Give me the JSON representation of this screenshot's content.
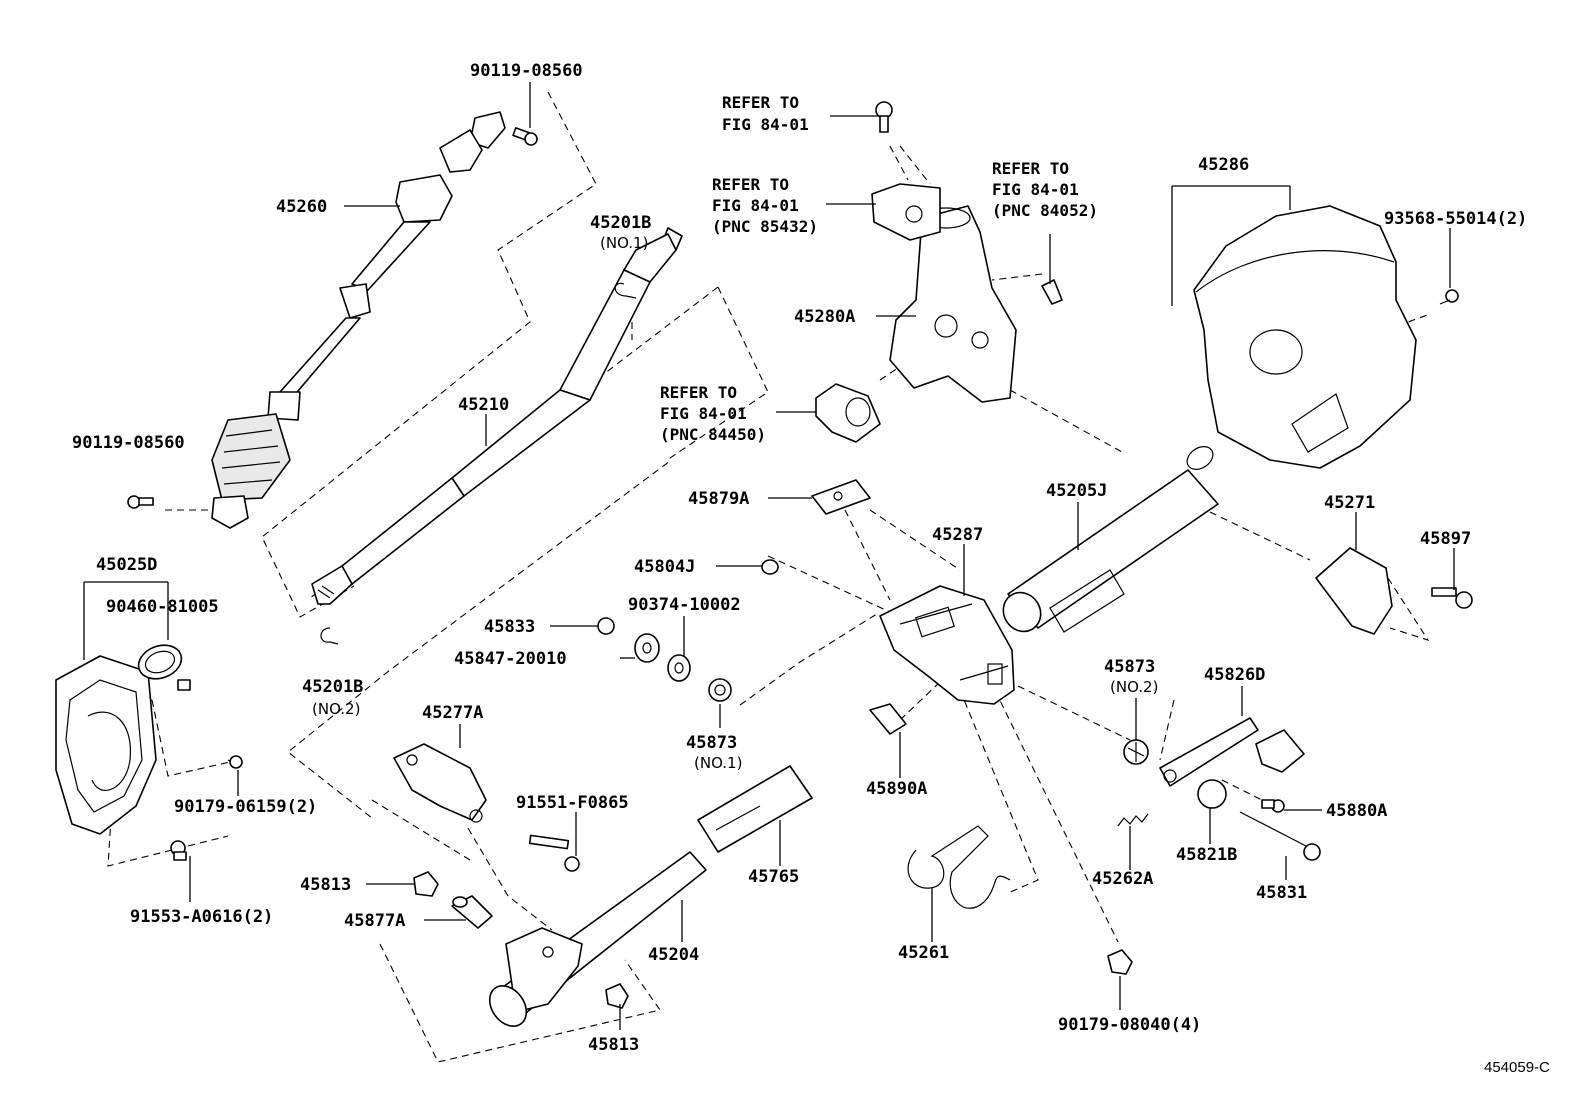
{
  "figure_id": "454059-C",
  "labels": {
    "p90119_08560_top": "90119-08560",
    "p45260": "45260",
    "p45201B_1": "45201B",
    "p45201B_1_note": "(NO.1)",
    "p45210": "45210",
    "p90119_08560_left": "90119-08560",
    "p45025D": "45025D",
    "p90460_81005": "90460-81005",
    "p45201B_2": "45201B",
    "p45201B_2_note": "(NO.2)",
    "p90179_06159": "90179-06159(2)",
    "p91553_A0616": "91553-A0616(2)",
    "p45277A": "45277A",
    "p91551_F0865": "91551-F0865",
    "p45813_a": "45813",
    "p45877A": "45877A",
    "p45813_b": "45813",
    "p45204": "45204",
    "p45765": "45765",
    "p45833": "45833",
    "p90374_10002": "90374-10002",
    "p45847_20010": "45847-20010",
    "p45873_1": "45873",
    "p45873_1_note": "(NO.1)",
    "p45804J": "45804J",
    "p45879A": "45879A",
    "p45287": "45287",
    "p45890A": "45890A",
    "p45261": "45261",
    "p90179_08040": "90179-08040(4)",
    "p45280A": "45280A",
    "p45205J": "45205J",
    "p45286": "45286",
    "p93568_55014": "93568-55014(2)",
    "p45271": "45271",
    "p45897": "45897",
    "p45873_2": "45873",
    "p45873_2_note": "(NO.2)",
    "p45826D": "45826D",
    "p45880A": "45880A",
    "p45821B": "45821B",
    "p45262A": "45262A",
    "p45831": "45831"
  },
  "references": {
    "ref1_line1": "REFER TO",
    "ref1_line2": "FIG 84-01",
    "ref2_line1": "REFER TO",
    "ref2_line2": "FIG 84-01",
    "ref2_line3": "(PNC 85432)",
    "ref3_line1": "REFER TO",
    "ref3_line2": "FIG 84-01",
    "ref3_line3": "(PNC 84052)",
    "ref4_line1": "REFER TO",
    "ref4_line2": "FIG 84-01",
    "ref4_line3": "(PNC 84450)"
  }
}
